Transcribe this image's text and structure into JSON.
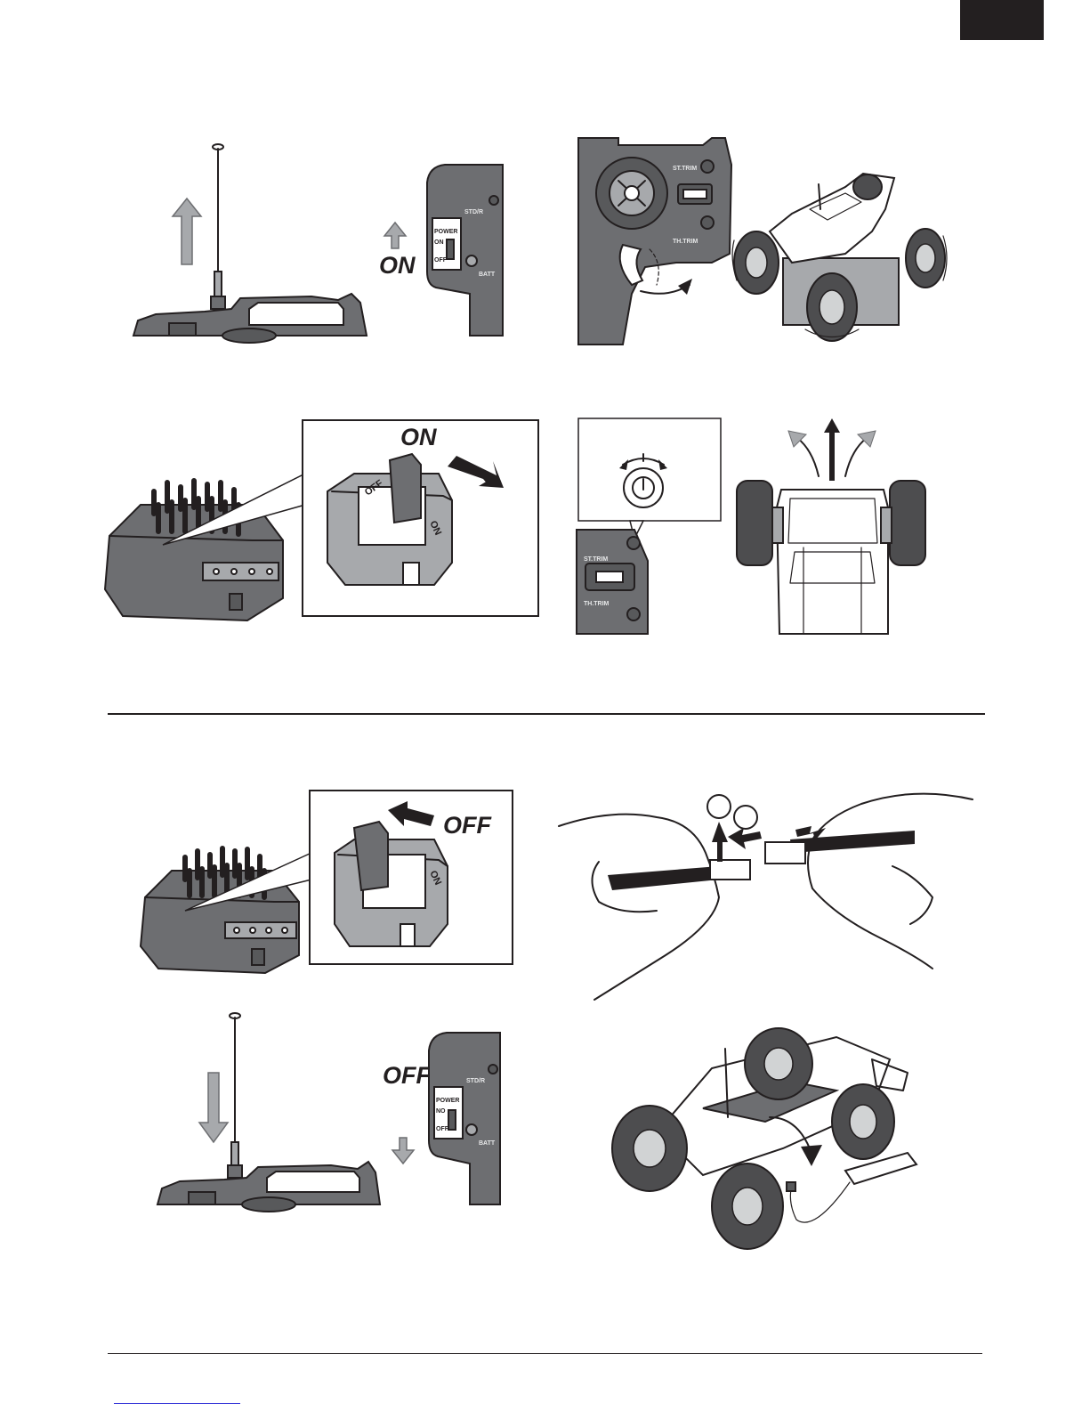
{
  "labels": {
    "on": "ON",
    "off": "OFF",
    "power": "POWER",
    "power_on": "ON",
    "power_off": "OFF",
    "power_off_variant": "NO",
    "std_r": "STD/R",
    "batt": "BATT",
    "st_trim": "ST.TRIM",
    "th_trim": "TH.TRIM",
    "switch_on": "ON",
    "switch_off": "OFF"
  },
  "icons": {
    "up_arrow": "arrow-up-icon",
    "down_arrow": "arrow-down-icon",
    "right_arrow": "arrow-right-icon",
    "left_arrow": "arrow-left-icon"
  },
  "colors": {
    "ink": "#231f20",
    "grey": "#6d6e71",
    "light_grey": "#a7a9ac",
    "link": "#2b2bd6"
  }
}
